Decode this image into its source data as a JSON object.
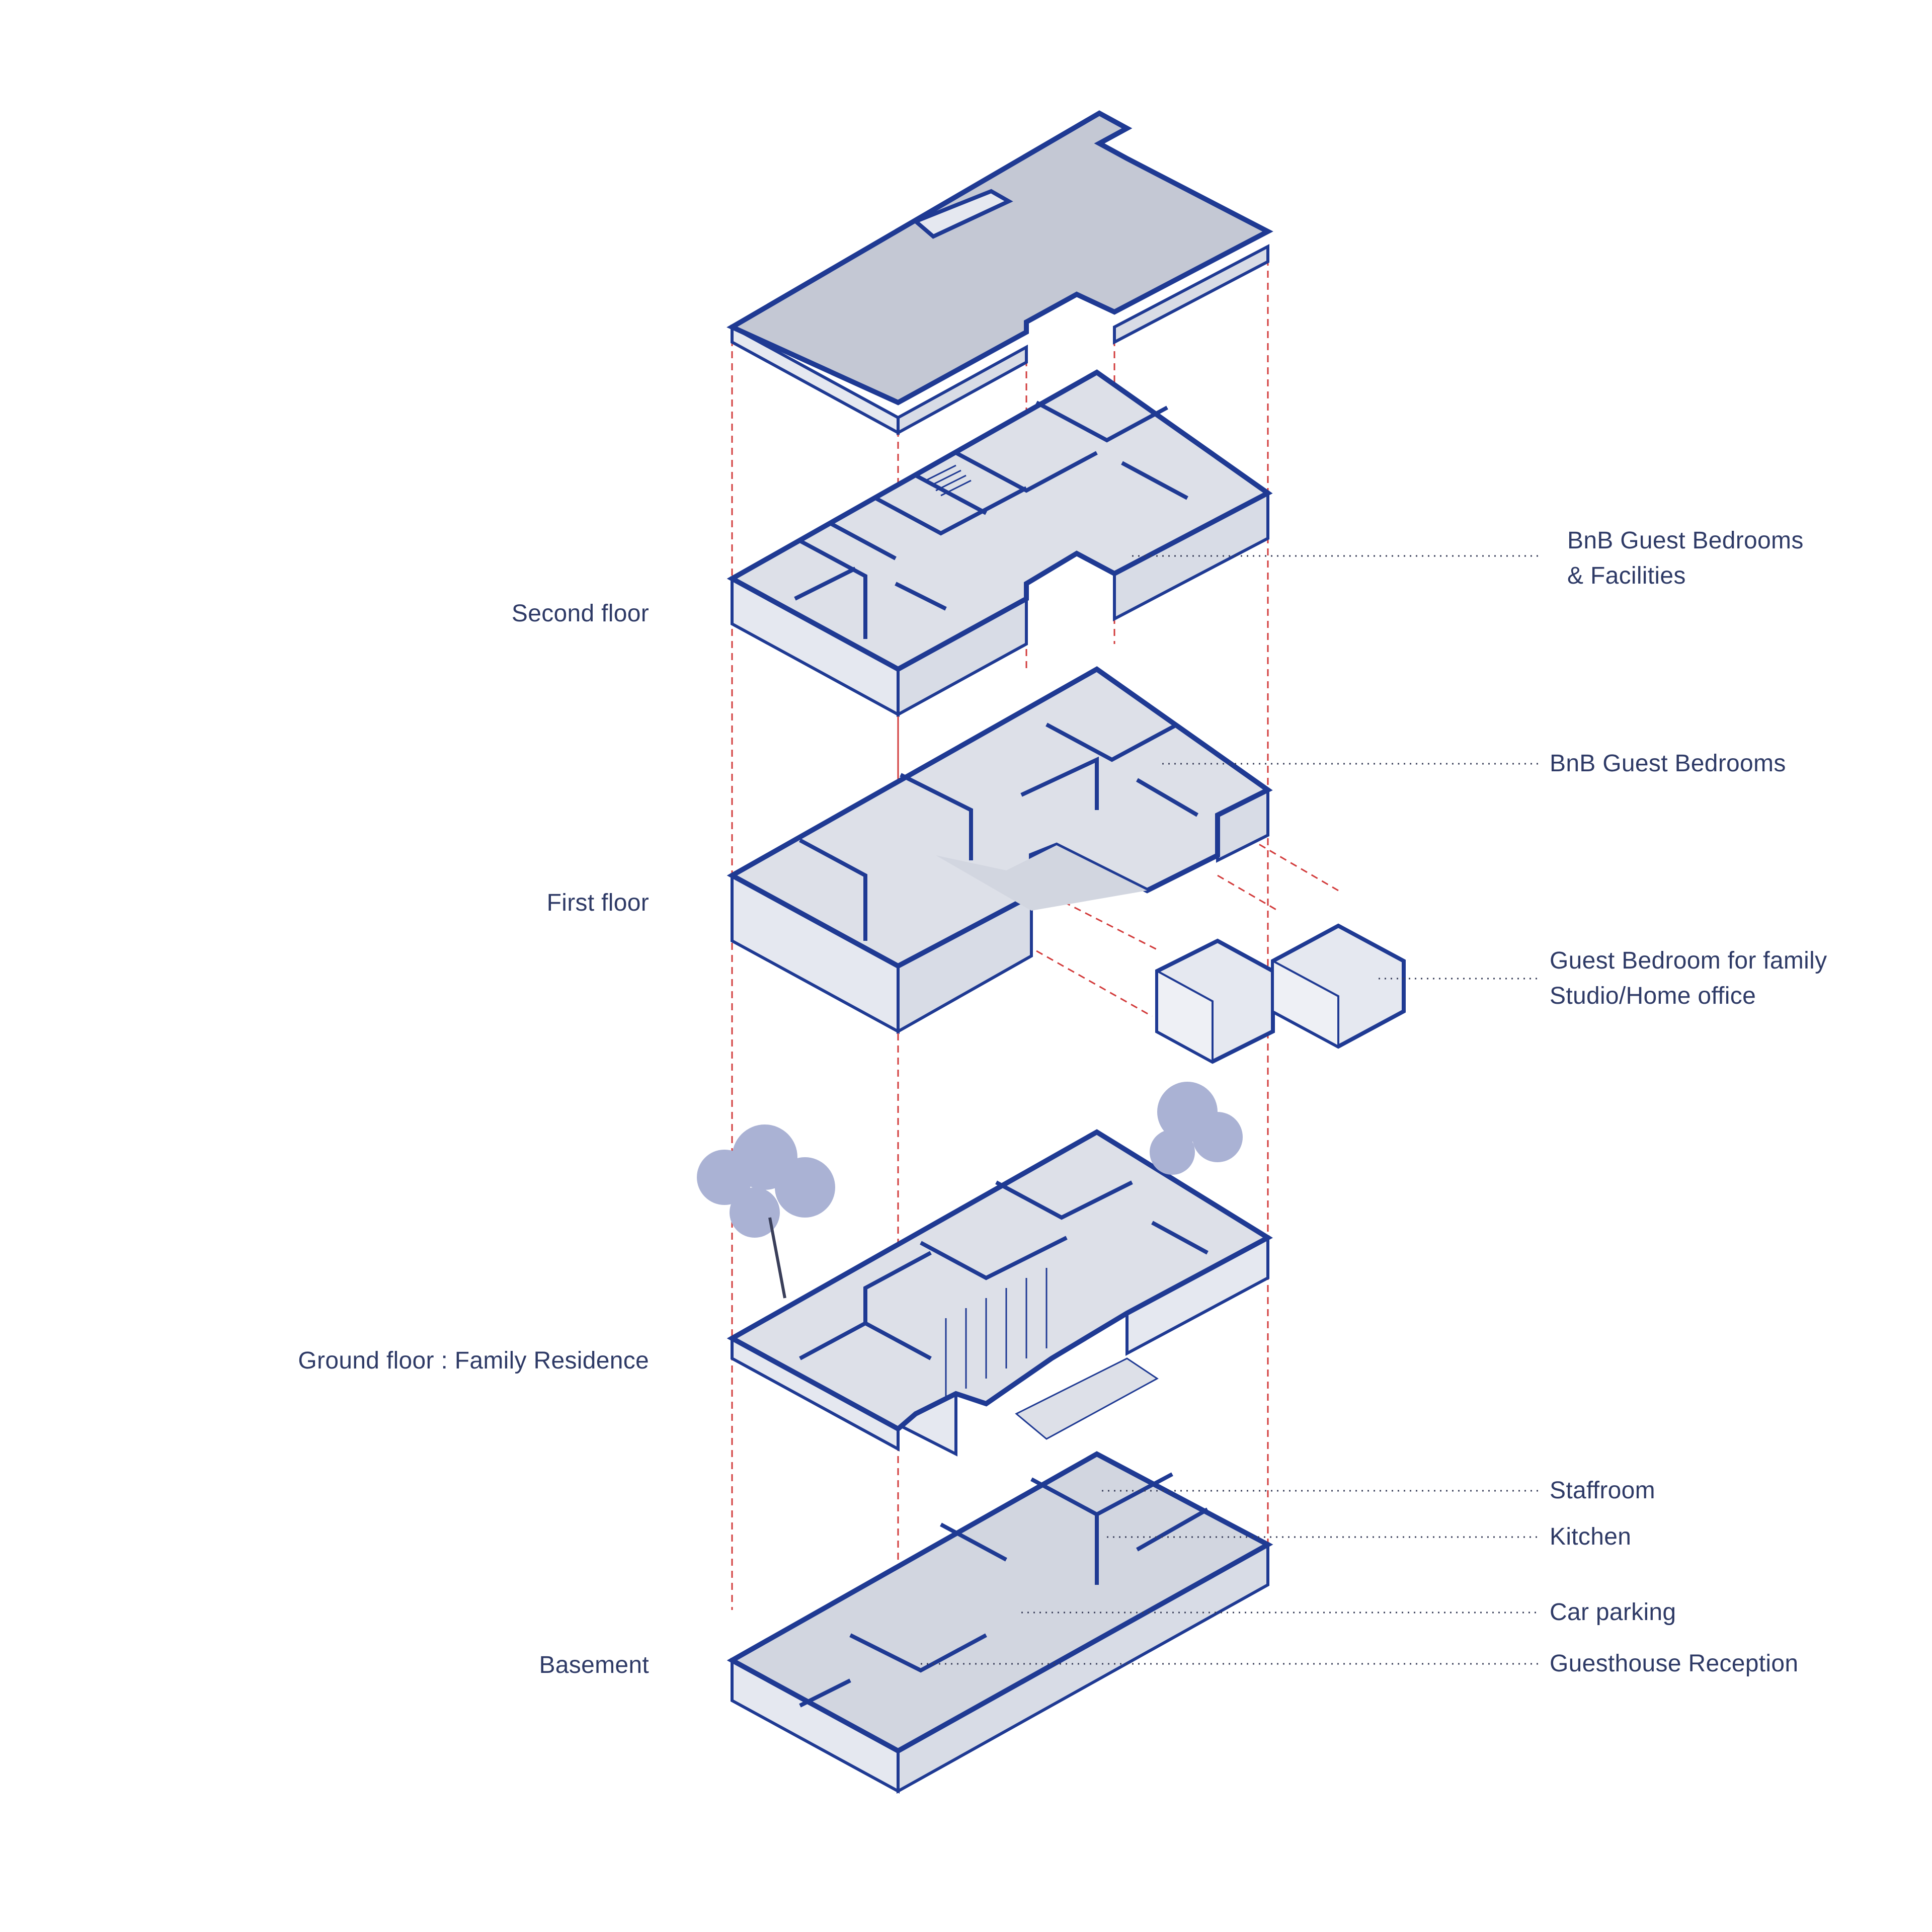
{
  "floors": {
    "second": "Second floor",
    "first": "First floor",
    "ground": "Ground floor : Family Residence",
    "basement": "Basement"
  },
  "uses": {
    "second_bnb": [
      "BnB Guest Bedrooms",
      "& Facilities"
    ],
    "first_bnb": "BnB Guest Bedrooms",
    "guest_family": [
      "Guest Bedroom for family",
      "Studio/Home office"
    ],
    "staffroom": "Staffroom",
    "kitchen": "Kitchen",
    "car_parking": "Car parking",
    "reception": "Guesthouse Reception"
  },
  "colors": {
    "wall_outline": "#1f3a93",
    "roof_fill": "#c4c8d4",
    "wall_face": "#e5e8f0",
    "floor_fill": "#d2d6e0",
    "guide_line": "#d23b3b",
    "text": "#2e3a66",
    "leader": "#3a3f5a"
  }
}
